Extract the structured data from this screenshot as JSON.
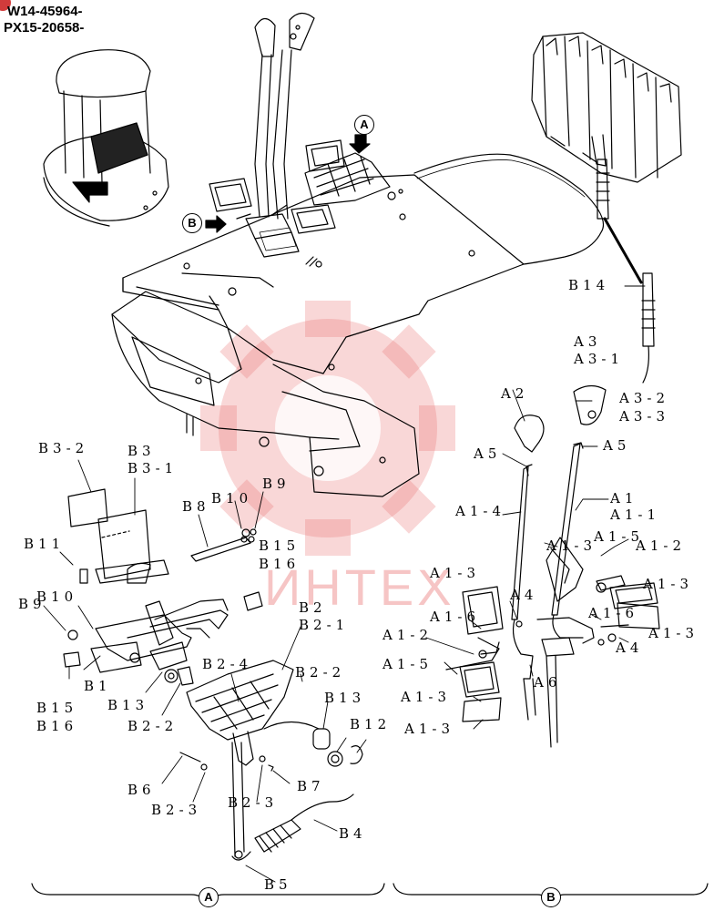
{
  "serials": [
    "W14-45964-",
    "PX15-20658-"
  ],
  "markers": {
    "a": "A",
    "b": "B"
  },
  "watermark": "ИНТЕХ",
  "labels": {
    "b14": "B14",
    "a3": "A3",
    "a3_1": "A3-1",
    "a3_2": "A3-2",
    "a3_3": "A3-3",
    "a2": "A2",
    "a5_left": "A5",
    "a5_right": "A5",
    "a1": "A1",
    "a1_1": "A1-1",
    "a1_4": "A1-4",
    "a1_5_r": "A1-5",
    "a1_3_r": "A1-3",
    "a1_2_r": "A1-2",
    "a1_3_r2": "A1-3",
    "a1_6_r": "A1-6",
    "a1_3_r3": "A1-3",
    "a4_r": "A4",
    "a4_l": "A4",
    "a1_3_l": "A1-3",
    "a1_6_l": "A1-6",
    "a1_2_l": "A1-2",
    "a1_5_l": "A1-5",
    "a1_3_l2": "A1-3",
    "a1_3_l3": "A1-3",
    "a6": "A6",
    "b3_2": "B3-2",
    "b3": "B3",
    "b3_1": "B3-1",
    "b8": "B8",
    "b10_top": "B10",
    "b9_top": "B9",
    "b15_top": "B15",
    "b16_top": "B16",
    "b11": "B11",
    "b10_left": "B10",
    "b9_left": "B9",
    "b2": "B2",
    "b2_1": "B2-1",
    "b2_4": "B2-4",
    "b2_2_r": "B2-2",
    "b1": "B1",
    "b15_left": "B15",
    "b16_left": "B16",
    "b13_left": "B13",
    "b2_2_left": "B2-2",
    "b13_right": "B13",
    "b12": "B12",
    "b6": "B6",
    "b2_3_left": "B2-3",
    "b2_3_mid": "B2-3",
    "b7": "B7",
    "b4": "B4",
    "b5": "B5"
  }
}
